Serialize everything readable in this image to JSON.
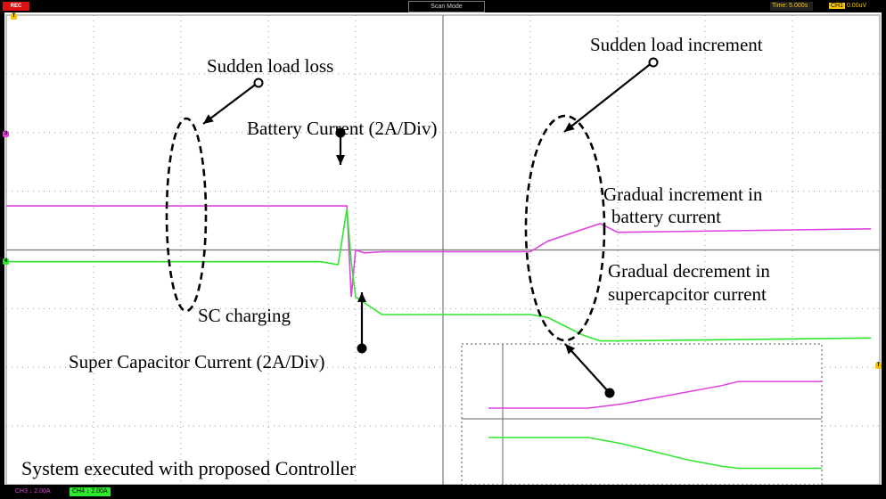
{
  "header": {
    "rec_label": "REC",
    "mode": "Scan Mode",
    "time": "Time: 5.000s",
    "trigger_channel": "CH1",
    "trigger_level": "0.00uV"
  },
  "footer": {
    "ch3": "CH3 ↓ 2.00A",
    "ch4": "CH4 ↓ 2.00A"
  },
  "markers": {
    "trigger": "T",
    "ch3": "3",
    "ch4": "4",
    "right": "T"
  },
  "annotations": {
    "sudden_load_loss": "Sudden load loss",
    "sudden_load_increment": "Sudden load increment",
    "battery_current": "Battery Current (2A/Div)",
    "gradual_increment_1": "Gradual increment in",
    "gradual_increment_2": "battery current",
    "gradual_decrement_1": "Gradual decrement in",
    "gradual_decrement_2": "supercapcitor current",
    "sc_charging": "SC charging",
    "sc_current": "Super Capacitor Current (2A/Div)",
    "system": "System executed with proposed Controller"
  },
  "colors": {
    "battery": "#e040e0",
    "supercap": "#2ee82e",
    "grid": "#9a9a9a",
    "background": "#ffffff",
    "trigger": "#f5c400"
  },
  "chart_data": {
    "type": "line",
    "x_divisions": 10,
    "y_divisions": 8,
    "x_unit": "5.000s/div",
    "grid": true,
    "series": [
      {
        "name": "Battery Current (2A/Div)",
        "color": "#e040e0",
        "x": [
          0,
          3.7,
          3.9,
          3.95,
          4.0,
          4.1,
          4.3,
          6.0,
          6.2,
          6.4,
          6.6,
          6.8,
          7.0,
          9.9
        ],
        "y": [
          0.75,
          0.75,
          0.75,
          -0.8,
          0.0,
          -0.05,
          -0.03,
          -0.03,
          0.15,
          0.25,
          0.35,
          0.45,
          0.3,
          0.36
        ]
      },
      {
        "name": "Super Capacitor Current (2A/Div)",
        "color": "#2ee82e",
        "x": [
          0,
          3.6,
          3.8,
          3.9,
          3.95,
          4.0,
          4.3,
          6.0,
          6.2,
          6.4,
          6.6,
          6.8,
          7.0,
          9.9
        ],
        "y": [
          -0.2,
          -0.2,
          -0.25,
          0.7,
          -0.2,
          -0.8,
          -1.1,
          -1.1,
          -1.15,
          -1.3,
          -1.45,
          -1.55,
          -1.55,
          -1.5
        ]
      }
    ],
    "inset": {
      "series": [
        {
          "name": "Battery Current (2A/Div)",
          "x": [
            0,
            0.3,
            0.4,
            0.5,
            0.6,
            0.7,
            0.75,
            1.0
          ],
          "y": [
            0,
            0,
            0.1,
            0.25,
            0.4,
            0.55,
            0.65,
            0.65
          ]
        },
        {
          "name": "Super Capacitor Current (2A/Div)",
          "x": [
            0,
            0.3,
            0.4,
            0.5,
            0.6,
            0.7,
            0.75,
            1.0
          ],
          "y": [
            0,
            0,
            -0.15,
            -0.35,
            -0.55,
            -0.7,
            -0.75,
            -0.75
          ]
        }
      ]
    }
  }
}
